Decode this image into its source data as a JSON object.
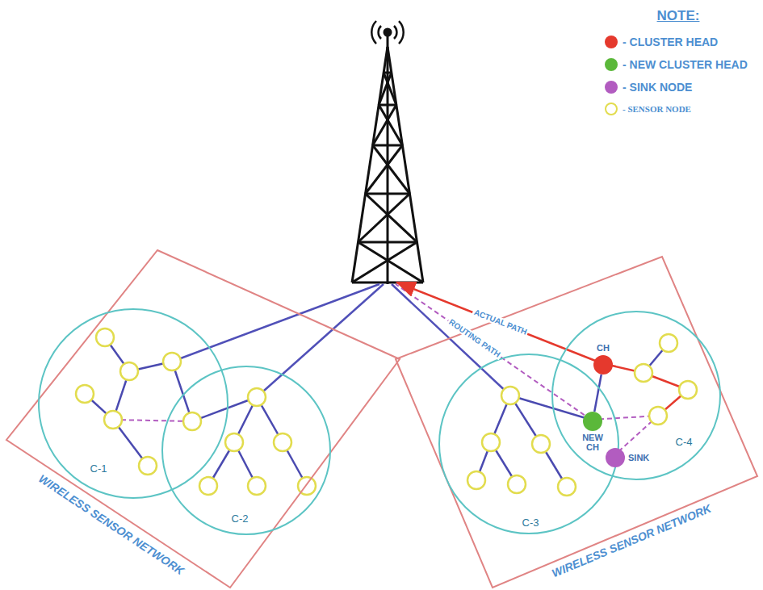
{
  "diagram": {
    "nodes": [
      {
        "text": [
          "WIRELESS SENSOR NETWORK"
        ]
      },
      {
        "text": [
          "WIRELESS SENSOR NETWORK"
        ]
      },
      {
        "text": [
          "C-1"
        ],
        "in": 0
      },
      {
        "text": [
          "C-2"
        ],
        "in": 0
      },
      {
        "text": [
          "C-3"
        ],
        "in": 1
      },
      {
        "text": [
          "C-4"
        ],
        "in": 1
      },
      {
        "text": [
          "CH"
        ],
        "in": 5
      },
      {
        "text": [
          "NEW CH"
        ],
        "in": 5
      },
      {
        "text": [
          "SINK"
        ],
        "in": 5
      }
    ],
    "edges": [
      {
        "from": 6,
        "to": 7,
        "arrow": "none"
      }
    ],
    "labels": [
      "NOTE:",
      "ACTUAL PATH",
      "ROUTING PATH"
    ],
    "legend": [
      {
        "text": "- CLUSTER HEAD",
        "color": "#e5392d"
      },
      {
        "text": "- NEW CLUSTER HEAD",
        "color": "#5bb83a"
      },
      {
        "text": "- SINK NODE",
        "color": "#b25cc0"
      },
      {
        "text": "- SENSOR NODE"
      }
    ]
  }
}
